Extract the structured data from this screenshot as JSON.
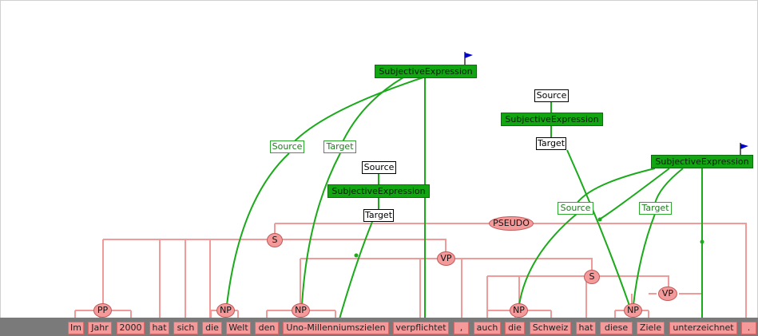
{
  "tokens": [
    "Im",
    "Jahr",
    "2000",
    "hat",
    "sich",
    "die",
    "Welt",
    "den",
    "Uno-Millenniumszielen",
    "verpflichtet",
    ",",
    "auch",
    "die",
    "Schweiz",
    "hat",
    "diese",
    "Ziele",
    "unterzeichnet",
    "."
  ],
  "annotations": {
    "subjective_expression": "SubjectiveExpression",
    "source": "Source",
    "target": "Target"
  },
  "parse_nodes": {
    "pp": "PP",
    "np": "NP",
    "s": "S",
    "vp": "VP",
    "pseudo": "PSEUDO"
  },
  "colors": {
    "token_fill": "#f49a9a",
    "tree_lines": "#f49a9a",
    "annotation_fill": "#11a611",
    "annotation_lines": "#1aaa1a",
    "flag": "#0000cc",
    "bar": "#7a7a7a"
  }
}
